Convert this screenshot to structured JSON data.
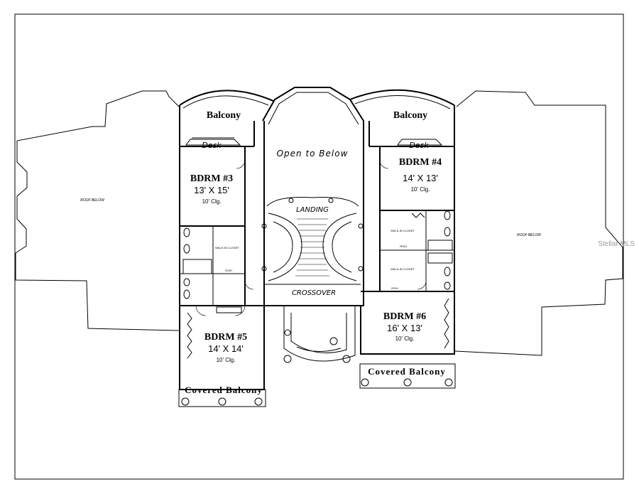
{
  "labels": {
    "balcony_left": "Balcony",
    "balcony_right": "Balcony",
    "open_to_below": "Open to Below",
    "desk_left": "Desk",
    "desk_right": "Desk",
    "bdrm3_name": "BDRM #3",
    "bdrm3_size": "13' X 15'",
    "bdrm3_clg": "10' Clg.",
    "bdrm4_name": "BDRM #4",
    "bdrm4_size": "14' X 13'",
    "bdrm4_clg": "10' Clg.",
    "bdrm5_name": "BDRM #5",
    "bdrm5_size": "14' X 14'",
    "bdrm5_clg": "10' Clg.",
    "bdrm6_name": "BDRM #6",
    "bdrm6_size": "16' X 13'",
    "bdrm6_clg": "10' Clg.",
    "landing": "LANDING",
    "crossover": "CROSSOVER",
    "roof_below_left": "ROOF BELOW",
    "roof_below_right": "ROOF BELOW",
    "walkin_closet": "WALK-IN CLOSET",
    "covered_balcony_left": "Covered Balcony",
    "covered_balcony_right": "Covered Balcony",
    "shelf_rod": "R/SH"
  },
  "watermark": "Stellar MLS"
}
